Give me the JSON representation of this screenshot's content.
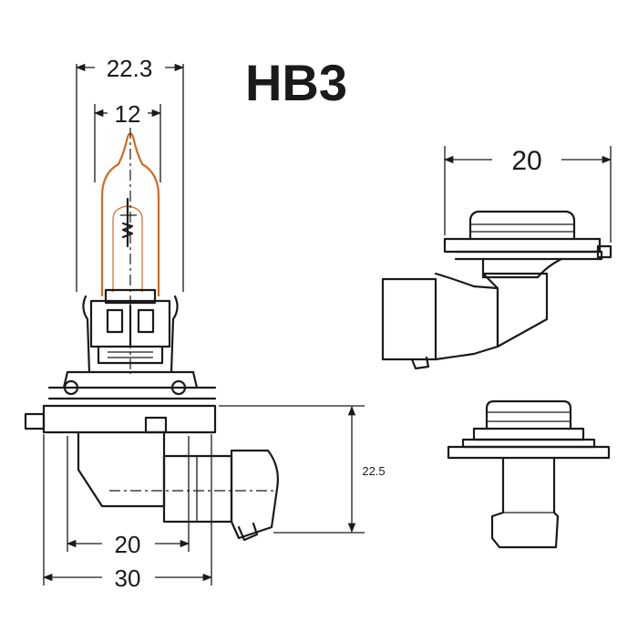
{
  "title": "HB3",
  "dimensions": {
    "bulb_width": "22.3",
    "glass_width": "12",
    "side_width": "20",
    "base_height": "22.5",
    "connector_offset": "20",
    "base_width": "30"
  },
  "colors": {
    "line": "#1a1a1a",
    "glass": "#d46a1e",
    "background": "#ffffff"
  }
}
